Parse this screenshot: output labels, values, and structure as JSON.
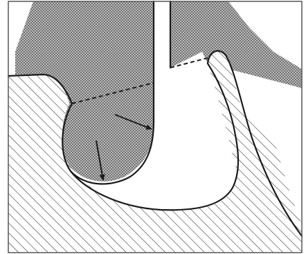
{
  "figure": {
    "type": "schematic cross-section illustration",
    "colors": {
      "background": "#ffffff",
      "frame": "#555555",
      "stipple_fill": "#bdbdbd",
      "stipple_dot": "#6f6f6f",
      "hatch_line": "#3a3a3a",
      "outline": "#1a1a1a"
    },
    "regions": [
      {
        "name": "stippled-material",
        "pattern": "stipple"
      },
      {
        "name": "hatched-material",
        "pattern": "diagonal-hatch"
      },
      {
        "name": "channel-void",
        "pattern": "none"
      }
    ],
    "boundaries": [
      "solid-outline",
      "dashed-interface"
    ],
    "arrows": [
      {
        "name": "arrow-right",
        "direction": "down-right"
      },
      {
        "name": "arrow-down",
        "direction": "down"
      }
    ]
  }
}
